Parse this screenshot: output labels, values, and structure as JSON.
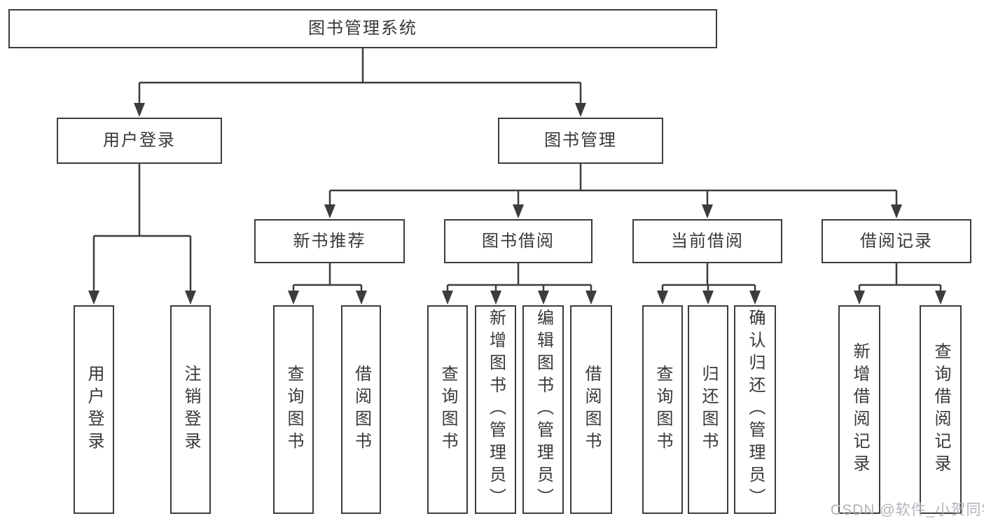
{
  "nodes": {
    "root": "图书管理系统",
    "user_login": {
      "label": "用户登录",
      "leaves": [
        "用户登录",
        "注销登录"
      ]
    },
    "book_management": {
      "label": "图书管理"
    },
    "new_book_recommend": {
      "label": "新书推荐",
      "leaves": [
        "查询图书",
        "借阅图书"
      ]
    },
    "book_borrow": {
      "label": "图书借阅",
      "leaves": [
        "查询图书",
        "新增图书（管理员）",
        "编辑图书（管理员）",
        "借阅图书"
      ]
    },
    "current_borrow": {
      "label": "当前借阅",
      "leaves": [
        "查询图书",
        "归还图书",
        "确认归还（管理员）"
      ]
    },
    "borrow_records": {
      "label": "借阅记录",
      "leaves": [
        "新增借阅记录",
        "查询借阅记录"
      ]
    }
  },
  "watermark": {
    "text": "CSDN @软件_小贺同学"
  },
  "colors": {
    "line": "#3c3c3c",
    "text": "#383838",
    "background": "#ffffff",
    "box_fill": "#ffffff",
    "watermark": "#acb0b6"
  }
}
